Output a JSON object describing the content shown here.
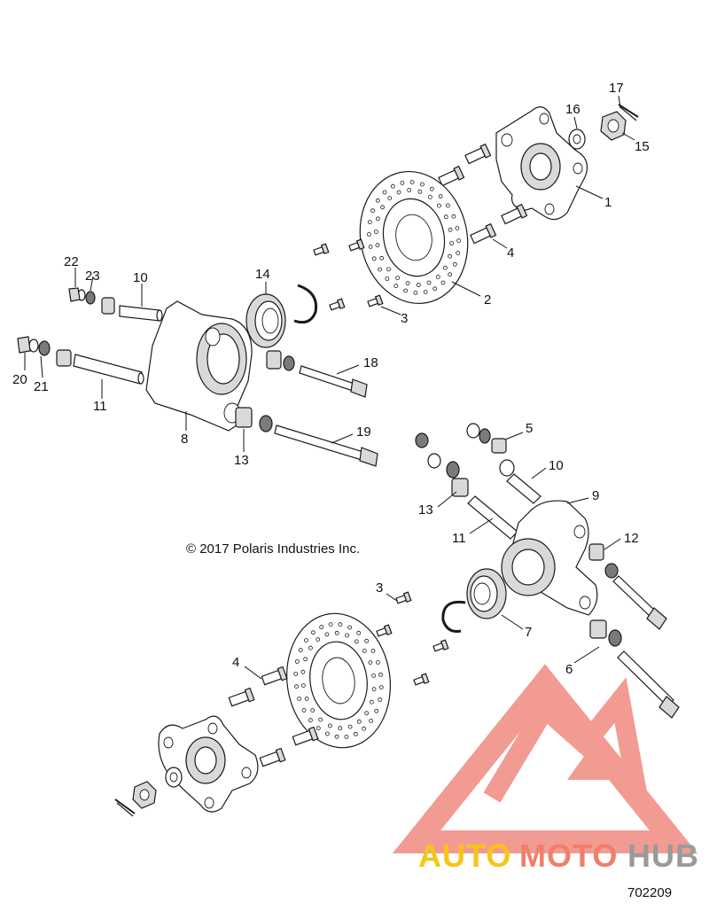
{
  "diagram": {
    "copyright": "© 2017 Polaris Industries Inc.",
    "diagram_id": "702209",
    "callouts": {
      "c1": "1",
      "c2": "2",
      "c3a": "3",
      "c3b": "3",
      "c4a": "4",
      "c4b": "4",
      "c5": "5",
      "c6": "6",
      "c7": "7",
      "c8": "8",
      "c9": "9",
      "c10a": "10",
      "c10b": "10",
      "c11a": "11",
      "c11b": "11",
      "c12": "12",
      "c13a": "13",
      "c13b": "13",
      "c14": "14",
      "c15": "15",
      "c16": "16",
      "c17": "17",
      "c18": "18",
      "c19": "19",
      "c20": "20",
      "c21": "21",
      "c22": "22",
      "c23": "23"
    }
  },
  "watermark": {
    "brand_part1": "AUTO",
    "brand_part2": "MOTO",
    "brand_part3": "HUB",
    "color_auto": "#f5c518",
    "color_moto": "#ef7f6b",
    "color_hub": "#9a9a9a",
    "logo_color": "#f08a80"
  }
}
